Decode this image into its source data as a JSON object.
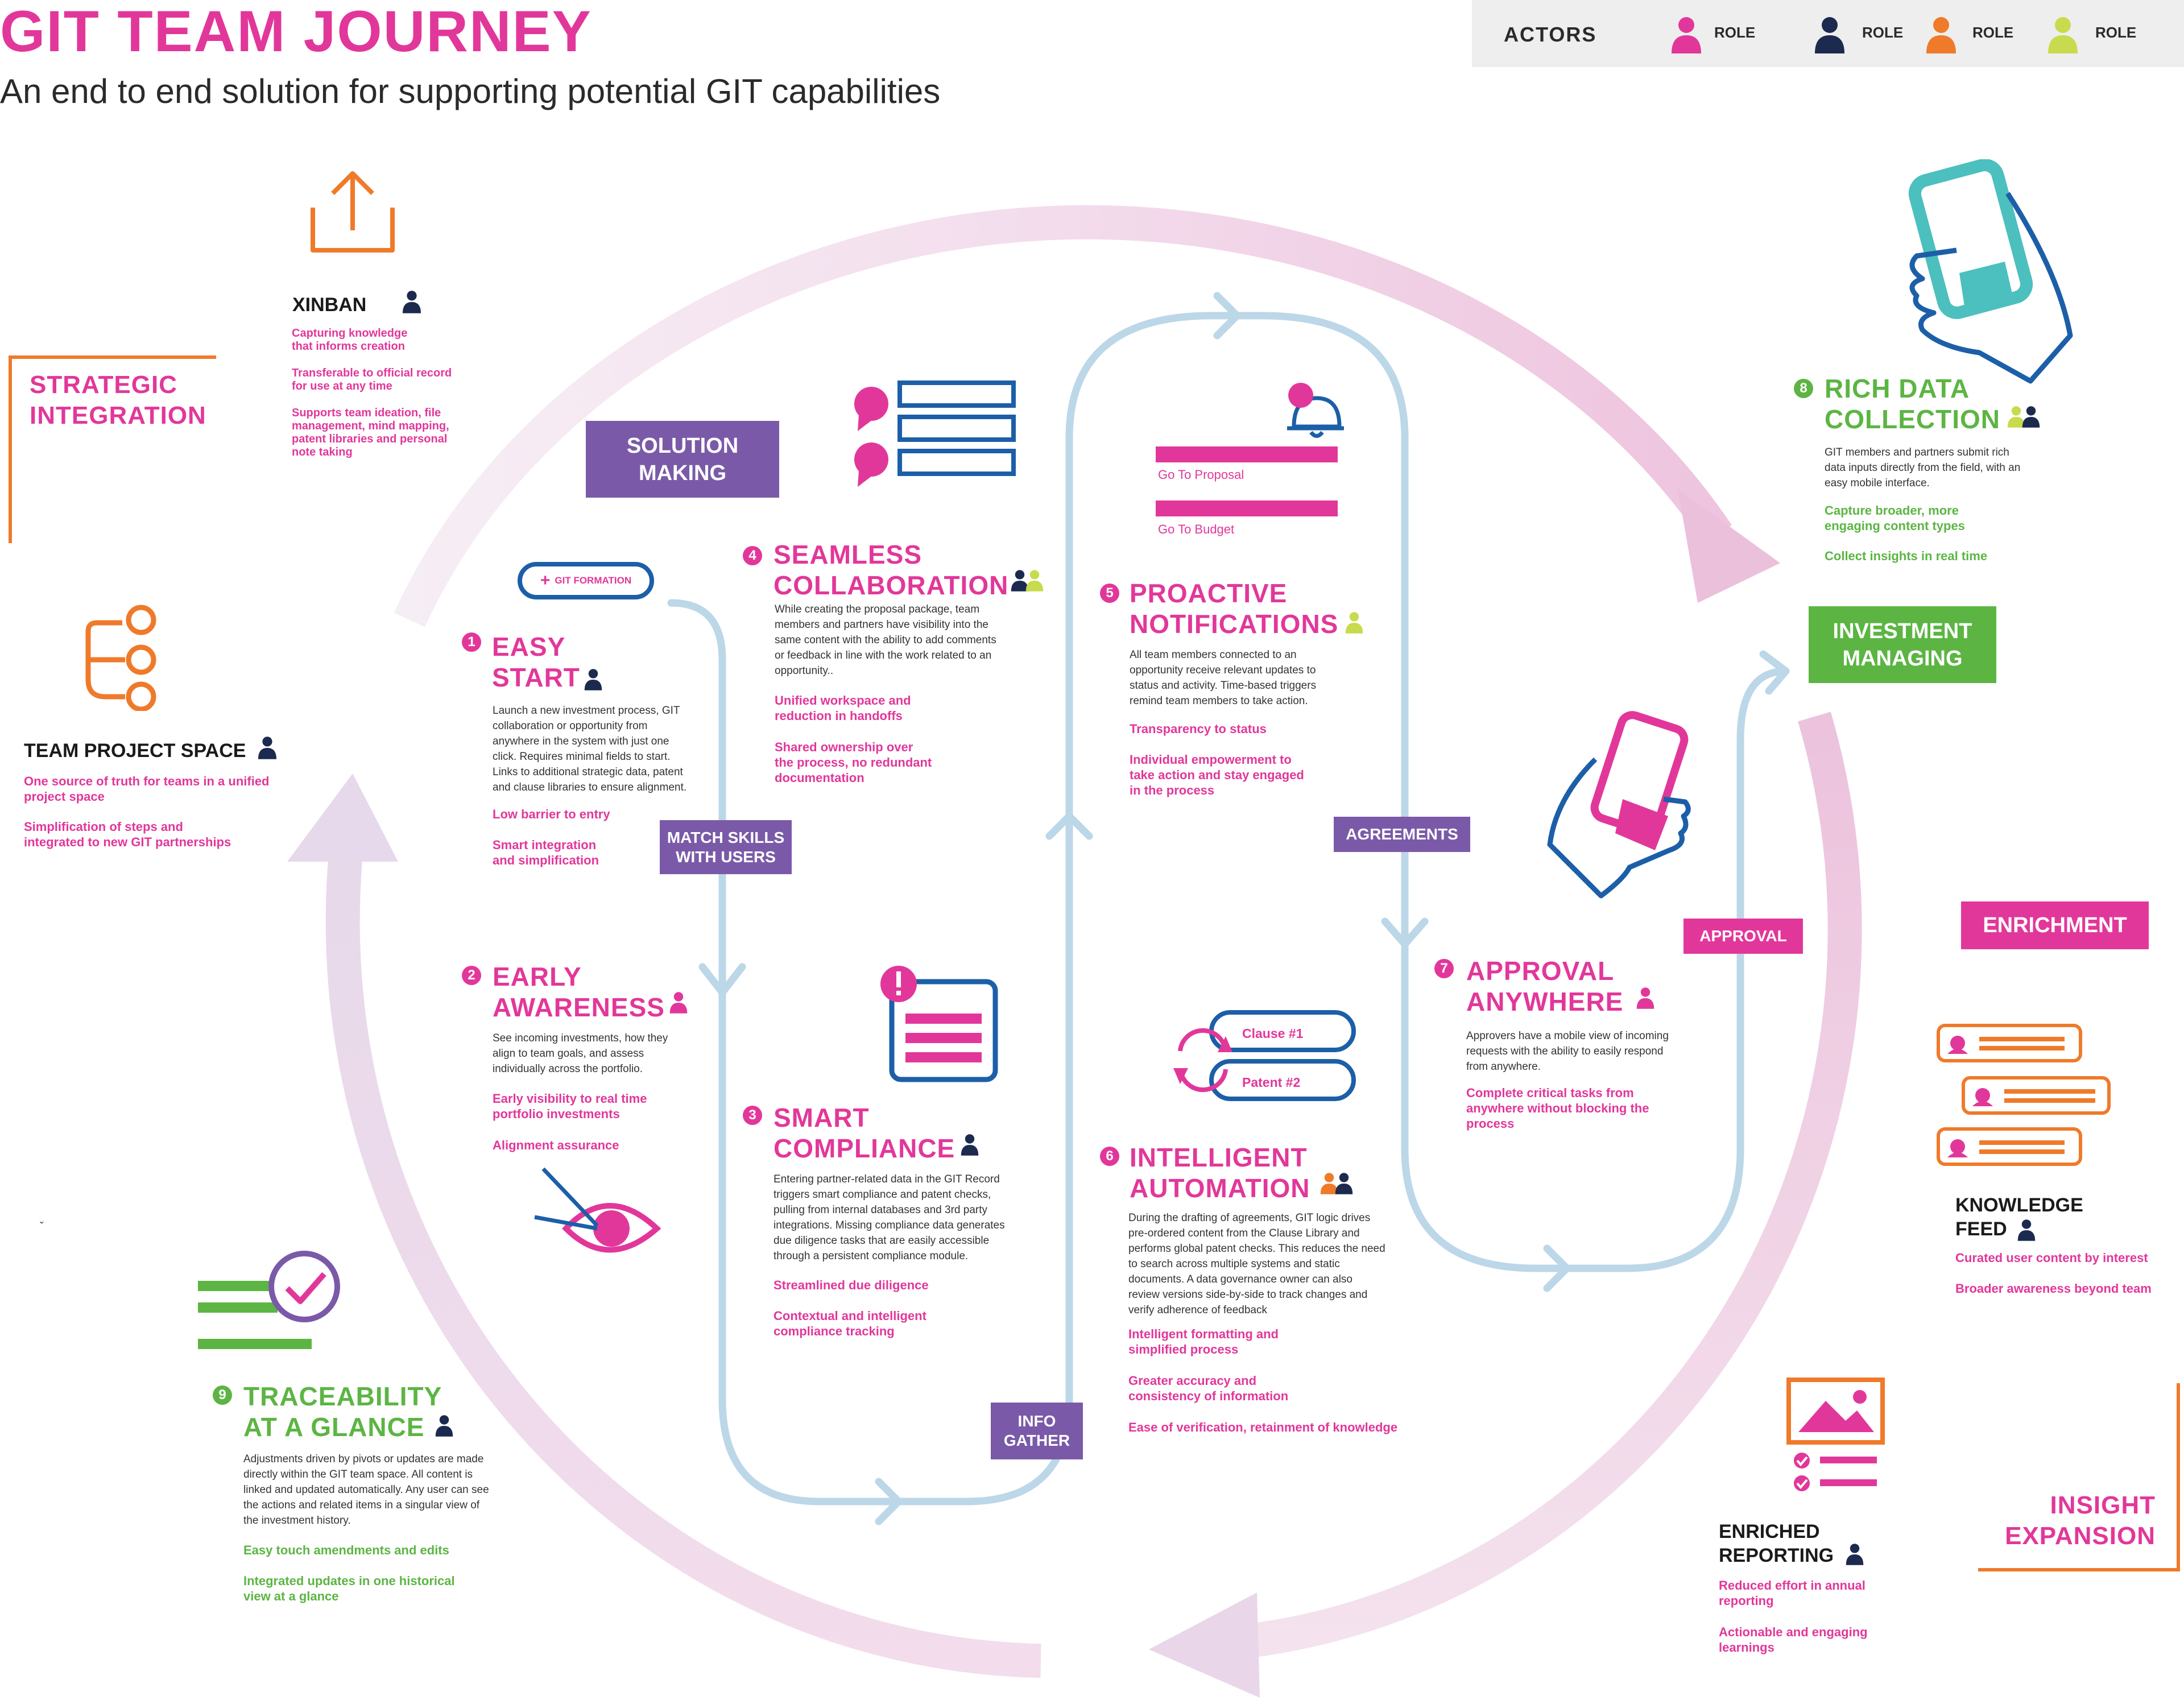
{
  "header": {
    "title": "GIT TEAM JOURNEY",
    "subtitle": "An end to end solution for supporting potential GIT capabilities"
  },
  "actors": {
    "label": "ACTORS",
    "roles": [
      "ROLE",
      "ROLE",
      "ROLE",
      "ROLE"
    ],
    "colors": [
      "#e2379a",
      "#1d2a4f",
      "#ef7a2a",
      "#c8db4e"
    ]
  },
  "colors": {
    "pink": "#e2379a",
    "navy": "#1d2a4f",
    "orange": "#ef7a2a",
    "lime": "#c8db4e",
    "green": "#5cb543",
    "purple": "#7a5aa8",
    "blue": "#1c5fa8",
    "teal": "#4cbfbf",
    "light_blue": "#bcd7e8"
  },
  "corner_labels": {
    "strategic": "STRATEGIC\nINTEGRATION",
    "insight": "INSIGHT\nEXPANSION"
  },
  "phase_labels": {
    "solution_making": "SOLUTION\nMAKING",
    "investment_managing": "INVESTMENT\nMANAGING",
    "enrichment": "ENRICHMENT"
  },
  "flow_labels": {
    "match_skills": "MATCH SKILLS\nWITH USERS",
    "agreements": "AGREEMENTS",
    "approval": "APPROVAL",
    "info_gather": "INFO\nGATHER"
  },
  "widgets": {
    "git_formation": "GIT FORMATION",
    "go_proposal": "Go To Proposal",
    "go_budget": "Go To Budget",
    "clause": "Clause #1",
    "patent": "Patent #2"
  },
  "xinban": {
    "title": "XINBAN",
    "bullets": [
      "Capturing knowledge\nthat informs creation",
      "Transferable to official record\nfor use at any time",
      "Supports team ideation, file\nmanagement, mind mapping,\npatent libraries and personal\nnote taking"
    ]
  },
  "team_project": {
    "title": "TEAM PROJECT SPACE",
    "bullets": [
      "One source of truth for teams in a unified\nproject space",
      "Simplification of steps and\nintegrated to new GIT partnerships"
    ]
  },
  "steps": [
    {
      "num": "1",
      "title": "EASY\nSTART",
      "body": "Launch a new investment process, GIT\ncollaboration or opportunity from\nanywhere in the system with just one\nclick. Requires minimal fields to start.\nLinks to additional strategic data, patent\nand clause libraries to ensure alignment.",
      "bullets": [
        "Low barrier to entry",
        "Smart integration\nand simplification"
      ]
    },
    {
      "num": "2",
      "title": "EARLY\nAWARENESS",
      "body": "See incoming investments, how they\nalign to team goals, and assess\nindividually across the portfolio.",
      "bullets": [
        "Early visibility to real time\nportfolio investments",
        "Alignment assurance"
      ]
    },
    {
      "num": "3",
      "title": "SMART\nCOMPLIANCE",
      "body": "Entering partner-related data in the GIT Record\ntriggers smart compliance and patent checks,\npulling from internal databases and 3rd party\nintegrations. Missing compliance data generates\ndue diligence tasks that are easily accessible\nthrough a persistent compliance module.",
      "bullets": [
        "Streamlined due diligence",
        "Contextual and intelligent\ncompliance tracking"
      ]
    },
    {
      "num": "4",
      "title": "SEAMLESS\nCOLLABORATION",
      "body": "While creating the proposal package, team\nmembers and partners have visibility into the\nsame content with the ability to add comments\nor feedback in line with the work related to an\nopportunity..",
      "bullets": [
        "Unified workspace and\nreduction in handoffs",
        "Shared ownership over\nthe process, no redundant\ndocumentation"
      ]
    },
    {
      "num": "5",
      "title": "PROACTIVE\nNOTIFICATIONS",
      "body": "All team members connected to an\nopportunity receive relevant updates to\nstatus and activity. Time-based triggers\nremind team members to take action.",
      "bullets": [
        "Transparency to status",
        "Individual empowerment to\ntake action and stay engaged\nin the process"
      ]
    },
    {
      "num": "6",
      "title": "INTELLIGENT\nAUTOMATION",
      "body": "During the drafting of agreements, GIT logic drives\npre-ordered content from the Clause Library and\nperforms global patent checks. This reduces the need\nto search across multiple systems and static\ndocuments. A data governance owner can also\nreview versions side-by-side to track changes and\nverify adherence of feedback",
      "bullets": [
        "Intelligent formatting and\nsimplified process",
        "Greater accuracy and\nconsistency of information",
        "Ease of verification, retainment of knowledge"
      ]
    },
    {
      "num": "7",
      "title": "APPROVAL\nANYWHERE",
      "body": "Approvers have a mobile view of incoming\nrequests with the ability to easily respond\nfrom anywhere.",
      "bullets": [
        "Complete critical tasks from\nanywhere without blocking the\nprocess"
      ]
    },
    {
      "num": "8",
      "title": "RICH DATA\nCOLLECTION",
      "body": "GIT members and partners submit rich\ndata inputs directly from the field, with an\neasy mobile interface.",
      "bullets": [
        "Capture broader, more\nengaging content types",
        "Collect insights in real time"
      ]
    },
    {
      "num": "9",
      "title": "TRACEABILITY\nAT A GLANCE",
      "body": "Adjustments driven by pivots or updates are made\ndirectly within the GIT team space. All content is\nlinked and updated automatically. Any user can see\nthe actions and related items in a singular view of\nthe investment history.",
      "bullets": [
        "Easy touch amendments and edits",
        "Integrated updates in one historical\nview at a glance"
      ]
    }
  ],
  "knowledge_feed": {
    "title": "KNOWLEDGE\nFEED",
    "bullets": [
      "Curated user content by interest",
      "Broader awareness beyond team"
    ]
  },
  "enriched_reporting": {
    "title": "ENRICHED\nREPORTING",
    "bullets": [
      "Reduced effort in annual\nreporting",
      "Actionable and engaging\nlearnings"
    ]
  },
  "stray_mark": "ˬ",
  "icons": [
    "upload-icon",
    "hierarchy-icon",
    "chat-list-icon",
    "bell-icon",
    "alert-document-icon",
    "eye-icon",
    "sync-icon",
    "phone-hand-icon",
    "checklist-icon",
    "image-report-icon",
    "feed-list-icon",
    "person-icon"
  ]
}
